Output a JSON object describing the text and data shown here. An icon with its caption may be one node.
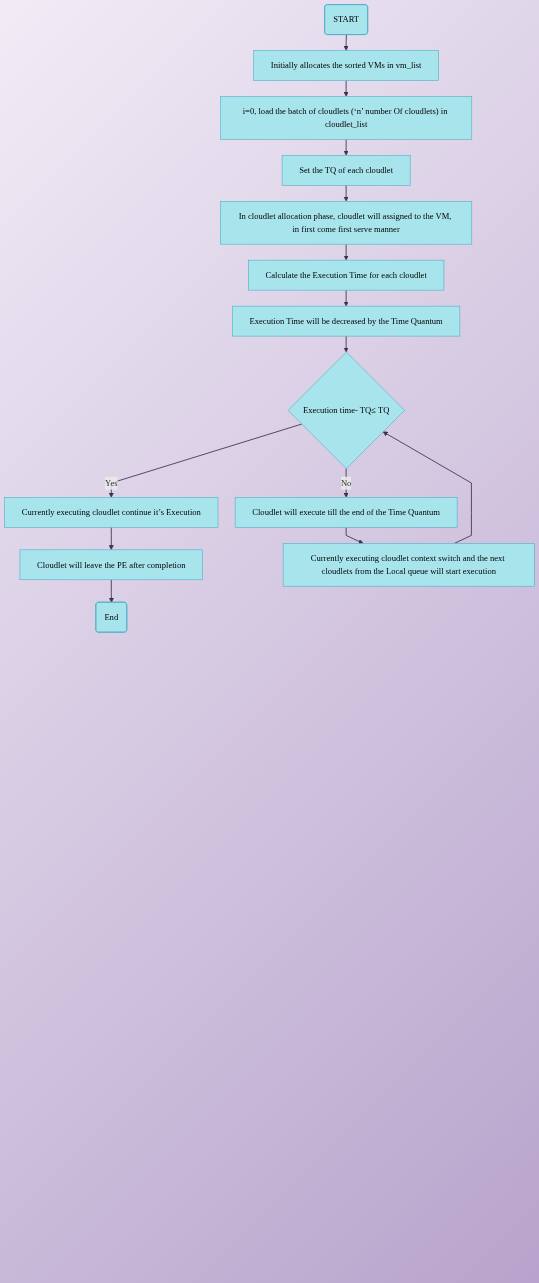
{
  "diagram": {
    "nodes": [
      {
        "text": [
          "START"
        ]
      },
      {
        "text": [
          "Initially allocates the sorted VMs in vm_list"
        ]
      },
      {
        "text": [
          "i=0, load the batch of cloudlets (‘n’ number Of cloudlets) in cloudlet_list"
        ]
      },
      {
        "text": [
          "Set the TQ of each cloudlet"
        ]
      },
      {
        "text": [
          "In cloudlet allocation phase, cloudlet will assigned to the VM, in first come first serve manner"
        ]
      },
      {
        "text": [
          "Calculate the Execution Time for each cloudlet"
        ]
      },
      {
        "text": [
          "Execution Time will be decreased by the Time Quantum"
        ]
      },
      {
        "text": [
          "Execution time- TQ≤ TQ"
        ]
      },
      {
        "text": [
          "Currently executing cloudlet continue it’s Execution"
        ]
      },
      {
        "text": [
          "Cloudlet will leave the PE after completion"
        ]
      },
      {
        "text": [
          "End"
        ]
      },
      {
        "text": [
          "Cloudlet will execute till the end of the Time Quantum"
        ]
      },
      {
        "text": [
          "Currently executing cloudlet context switch and the next cloudlets from the Local queue will start execution"
        ]
      }
    ],
    "edges": [
      {
        "from": 0,
        "to": 1,
        "arrow": "to"
      },
      {
        "from": 1,
        "to": 2,
        "arrow": "to"
      },
      {
        "from": 2,
        "to": 3,
        "arrow": "to"
      },
      {
        "from": 3,
        "to": 4,
        "arrow": "to"
      },
      {
        "from": 4,
        "to": 5,
        "arrow": "to"
      },
      {
        "from": 5,
        "to": 6,
        "arrow": "to"
      },
      {
        "from": 6,
        "to": 7,
        "arrow": "to"
      },
      {
        "from": 7,
        "to": 8,
        "arrow": "to",
        "label": "Yes"
      },
      {
        "from": 8,
        "to": 9,
        "arrow": "to"
      },
      {
        "from": 9,
        "to": 10,
        "arrow": "to"
      },
      {
        "from": 7,
        "to": 11,
        "arrow": "to",
        "label": "No"
      },
      {
        "from": 11,
        "to": 12,
        "arrow": "to"
      },
      {
        "from": 12,
        "to": 7,
        "arrow": "to"
      }
    ]
  }
}
